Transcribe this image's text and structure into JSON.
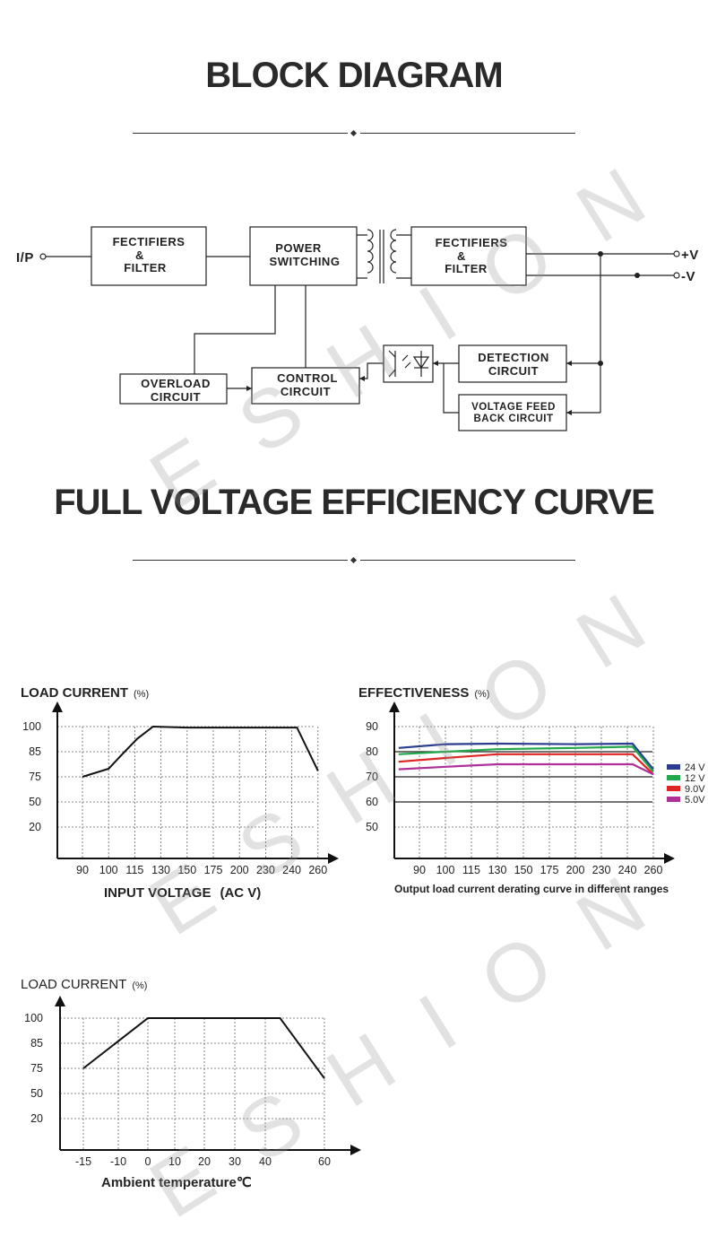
{
  "titles": {
    "block": "BLOCK DIAGRAM",
    "efficiency": "FULL VOLTAGE EFFICIENCY CURVE"
  },
  "watermark": "ESHION",
  "block_diagram": {
    "input_label": "I/P",
    "out_pos": "+V",
    "out_neg": "-V",
    "boxes": {
      "fect1": [
        "FECTIFIERS",
        "&",
        "FILTER"
      ],
      "power": [
        "POWER",
        "SWITCHING"
      ],
      "fect2": [
        "FECTIFIERS",
        "&",
        "FILTER"
      ],
      "detection": [
        "DETECTION",
        "CIRCUIT"
      ],
      "control": [
        "CONTROL",
        "CIRCUIT"
      ],
      "overload": [
        "OVERLOAD",
        "CIRCUIT"
      ],
      "feedback": [
        "VOLTAGE FEED",
        "BACK CIRCUIT"
      ]
    }
  },
  "chart_data": [
    {
      "type": "line",
      "ylabel": "LOAD CURRENT",
      "yunit": "(%)",
      "xlabel": "INPUT VOLTAGE",
      "xunit": "(AC V)",
      "x_ticks": [
        "90",
        "100",
        "115",
        "130",
        "150",
        "175",
        "200",
        "230",
        "240",
        "260"
      ],
      "y_ticks": [
        "100",
        "85",
        "75",
        "50",
        "20"
      ],
      "grid": true,
      "series": [
        {
          "values": [
            75,
            79,
            86,
            94,
            100,
            99.5,
            99.5,
            99.5,
            99.5,
            78
          ],
          "x_index": [
            0,
            1,
            1.5,
            2.1,
            2.7,
            4,
            5,
            6.5,
            8.2,
            9
          ]
        }
      ]
    },
    {
      "type": "line",
      "ylabel": "EFFECTIVENESS",
      "yunit": "(%)",
      "xlabel": "Output load current derating curve in different ranges",
      "x_ticks": [
        "90",
        "100",
        "115",
        "130",
        "150",
        "175",
        "200",
        "230",
        "240",
        "260"
      ],
      "y_ticks": [
        "90",
        "80",
        "70",
        "60",
        "50"
      ],
      "grid": true,
      "legend_position": "right",
      "series": [
        {
          "name": "24 V",
          "color": "#2a3d8f",
          "points": [
            [
              -0.8,
              81.5
            ],
            [
              1,
              83
            ],
            [
              3,
              83.2
            ],
            [
              6,
              83
            ],
            [
              8.2,
              83.2
            ],
            [
              9,
              73
            ]
          ]
        },
        {
          "name": "12 V",
          "color": "#22a84a",
          "points": [
            [
              -0.8,
              79
            ],
            [
              1,
              80
            ],
            [
              3,
              81
            ],
            [
              6,
              81.5
            ],
            [
              8.2,
              82
            ],
            [
              9,
              72
            ]
          ]
        },
        {
          "name": "9.0V",
          "color": "#e02424",
          "points": [
            [
              -0.8,
              76
            ],
            [
              1,
              77.5
            ],
            [
              3,
              79
            ],
            [
              6,
              79
            ],
            [
              8.2,
              79
            ],
            [
              9,
              71
            ]
          ]
        },
        {
          "name": "5.0V",
          "color": "#b0309a",
          "points": [
            [
              -0.8,
              73
            ],
            [
              1,
              74
            ],
            [
              3,
              75
            ],
            [
              6,
              75
            ],
            [
              8.2,
              75
            ],
            [
              9,
              71
            ]
          ]
        }
      ]
    },
    {
      "type": "line",
      "ylabel": "LOAD CURRENT",
      "yunit": "(%)",
      "xlabel": "Ambient temperature",
      "xunit": "℃",
      "x_ticks": [
        "-15",
        "-10",
        "0",
        "10",
        "20",
        "30",
        "40",
        "60"
      ],
      "y_ticks": [
        "100",
        "85",
        "75",
        "50",
        "20"
      ],
      "grid": true,
      "series": [
        {
          "points": [
            [
              -15,
              75
            ],
            [
              0,
              100
            ],
            [
              45,
              100
            ],
            [
              60,
              70
            ]
          ]
        }
      ]
    }
  ]
}
